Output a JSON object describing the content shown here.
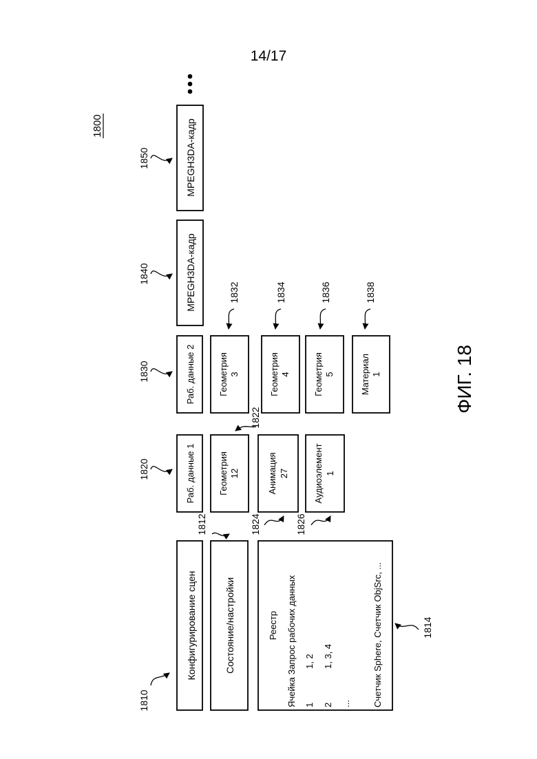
{
  "page_number": "14/17",
  "figure_id": "1800",
  "figure_caption": "ФИГ. 18",
  "ellipsis": "• • •",
  "scene_config": {
    "ref": "1810",
    "label": "Конфигурирование сцен",
    "state_settings": {
      "ref": "1812",
      "label": "Состояние/настройки"
    },
    "registry": {
      "ref": "1814",
      "title": "Реестр",
      "header": "Ячейка  Запрос рабочих данных",
      "rows": [
        {
          "cell": "1",
          "request": "1, 2"
        },
        {
          "cell": "2",
          "request": "1, 3, 4"
        },
        {
          "cell": "...",
          "request": ""
        }
      ],
      "footer": "Счетчик Sphere, Счетчик ObjSrc, ..."
    }
  },
  "payload1": {
    "ref": "1820",
    "label": "Раб. данные 1",
    "items": [
      {
        "ref": "1822",
        "line1": "Геометрия",
        "line2": "12"
      },
      {
        "ref": "1824",
        "line1": "Анимация",
        "line2": "27"
      },
      {
        "ref": "1826",
        "line1": "Аудиоэлемент",
        "line2": "1"
      }
    ]
  },
  "payload2": {
    "ref": "1830",
    "label": "Раб. данные 2",
    "items": [
      {
        "ref": "1832",
        "line1": "Геометрия",
        "line2": "3"
      },
      {
        "ref": "1834",
        "line1": "Геометрия",
        "line2": "4"
      },
      {
        "ref": "1836",
        "line1": "Геометрия",
        "line2": "5"
      },
      {
        "ref": "1838",
        "line1": "Материал",
        "line2": "1"
      }
    ]
  },
  "frames": [
    {
      "ref": "1840",
      "label": "MPEGH3DA-кадр"
    },
    {
      "ref": "1850",
      "label": "MPEGH3DA-кадр"
    }
  ]
}
